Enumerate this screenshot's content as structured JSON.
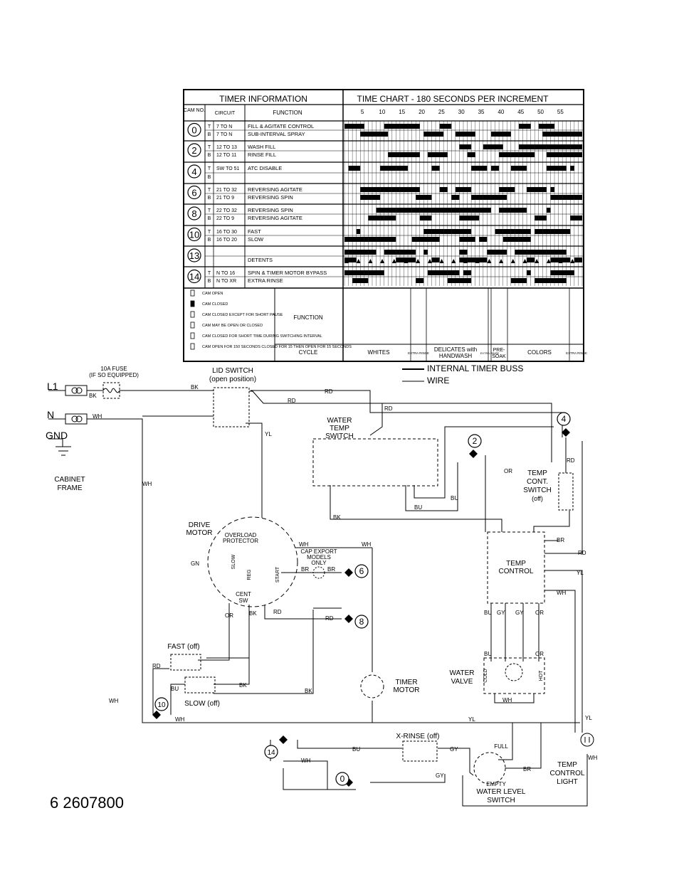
{
  "timer_table": {
    "header_left": "TIMER INFORMATION",
    "header_right": "TIME CHART - 180 SECONDS PER INCREMENT",
    "col_cam": "CAM NO.",
    "col_circuit": "CIRCUIT",
    "col_function": "FUNCTION",
    "ticks": [
      "5",
      "10",
      "15",
      "20",
      "25",
      "30",
      "35",
      "40",
      "45",
      "50",
      "55"
    ],
    "rows": [
      {
        "cam": "0",
        "tb": "T",
        "circuit": "7 TO N",
        "function": "FILL & AGITATE CONTROL"
      },
      {
        "cam": "",
        "tb": "B",
        "circuit": "7 TO N",
        "function": "SUB-INTERVAL SPRAY"
      },
      {
        "cam": "2",
        "tb": "T",
        "circuit": "12 TO 13",
        "function": "WASH FILL"
      },
      {
        "cam": "",
        "tb": "B",
        "circuit": "12 TO 11",
        "function": "RINSE FILL"
      },
      {
        "cam": "4",
        "tb": "T",
        "circuit": "SW TO 51",
        "function": "ATC DISABLE"
      },
      {
        "cam": "",
        "tb": "B",
        "circuit": "",
        "function": ""
      },
      {
        "cam": "6",
        "tb": "T",
        "circuit": "21 TO 32",
        "function": "REVERSING AGITATE"
      },
      {
        "cam": "",
        "tb": "B",
        "circuit": "21 TO 9",
        "function": "REVERSING SPIN"
      },
      {
        "cam": "8",
        "tb": "T",
        "circuit": "22 TO 32",
        "function": "REVERSING SPIN"
      },
      {
        "cam": "",
        "tb": "B",
        "circuit": "22 TO 9",
        "function": "REVERSING AGITATE"
      },
      {
        "cam": "10",
        "tb": "T",
        "circuit": "16 TO 30",
        "function": "FAST"
      },
      {
        "cam": "",
        "tb": "B",
        "circuit": "16 TO 20",
        "function": "SLOW"
      },
      {
        "cam": "13",
        "tb": "",
        "circuit": "",
        "function": ""
      },
      {
        "cam": "",
        "tb": "",
        "circuit": "",
        "function": "DETENTS"
      },
      {
        "cam": "14",
        "tb": "T",
        "circuit": "N TO 16",
        "function": "SPIN & TIMER MOTOR BYPASS"
      },
      {
        "cam": "",
        "tb": "B",
        "circuit": "N TO XR",
        "function": "EXTRA RINSE"
      }
    ],
    "legend": [
      "CAM OPEN",
      "CAM CLOSED",
      "CAM CLOSED EXCEPT FOR SHORT PAUSE",
      "CAM MAY BE OPEN OR CLOSED",
      "CAM CLOSED FOR SHORT TIME DURING SWITCHING INTERVAL",
      "CAM OPEN FOR 150 SECONDS CLOSED FOR 15 THEN OPEN FOR 15 SECONDS"
    ],
    "function_label": "FUNCTION",
    "cycle_label": "CYCLE",
    "cycles": [
      "WHITES",
      "EXTRA RINSE",
      "DELICATES with HANDWASH",
      "EXTRA RINSE",
      "PRE-SOAK",
      "COLORS",
      "EXTRA RINSE"
    ]
  },
  "buss_legend": {
    "internal": "INTERNAL TIMER BUSS",
    "wire": "WIRE"
  },
  "labels": {
    "L1": "L1",
    "N": "N",
    "GND": "GND",
    "cabinet": "CABINET",
    "frame": "FRAME",
    "fuse1": "10A FUSE",
    "fuse2": "(IF SO EQUIPPED)",
    "lid1": "LID SWITCH",
    "lid2": "(open position)",
    "wt1": "WATER",
    "wt2": "TEMP",
    "wt3": "SWITCH",
    "tc1": "TEMP",
    "tc2": "CONT.",
    "tc3": "SWITCH",
    "tc4": "(off)",
    "drive1": "DRIVE",
    "drive2": "MOTOR",
    "overload1": "OVERLOAD",
    "overload2": "PROTECTOR",
    "cap1": "CAP EXPORT",
    "cap2": "MODELS",
    "cap3": "ONLY",
    "tctrl1": "TEMP",
    "tctrl2": "CONTROL",
    "fast": "FAST (off)",
    "slow": "SLOW (off)",
    "timer1": "TIMER",
    "timer2": "MOTOR",
    "valve1": "WATER",
    "valve2": "VALVE",
    "xrinse": "X-RINSE (off)",
    "full": "FULL",
    "empty": "EMPTY",
    "wl1": "WATER LEVEL",
    "wl2": "SWITCH",
    "tcl1": "TEMP",
    "tcl2": "CONTROL",
    "tcl3": "LIGHT",
    "cent1": "CENT",
    "cent2": "SW",
    "slowwind": "SLOW",
    "reg": "REG",
    "start": "START",
    "cold": "COLD",
    "hot": "HOT"
  },
  "wire_colors": {
    "BK": "BK",
    "WH": "WH",
    "RD": "RD",
    "YL": "YL",
    "OR": "OR",
    "BU": "BU",
    "BR": "BR",
    "GY": "GY",
    "GN": "GN"
  },
  "cams": [
    "0",
    "2",
    "4",
    "6",
    "8",
    "10",
    "13",
    "14"
  ],
  "part_number": "6 2607800"
}
